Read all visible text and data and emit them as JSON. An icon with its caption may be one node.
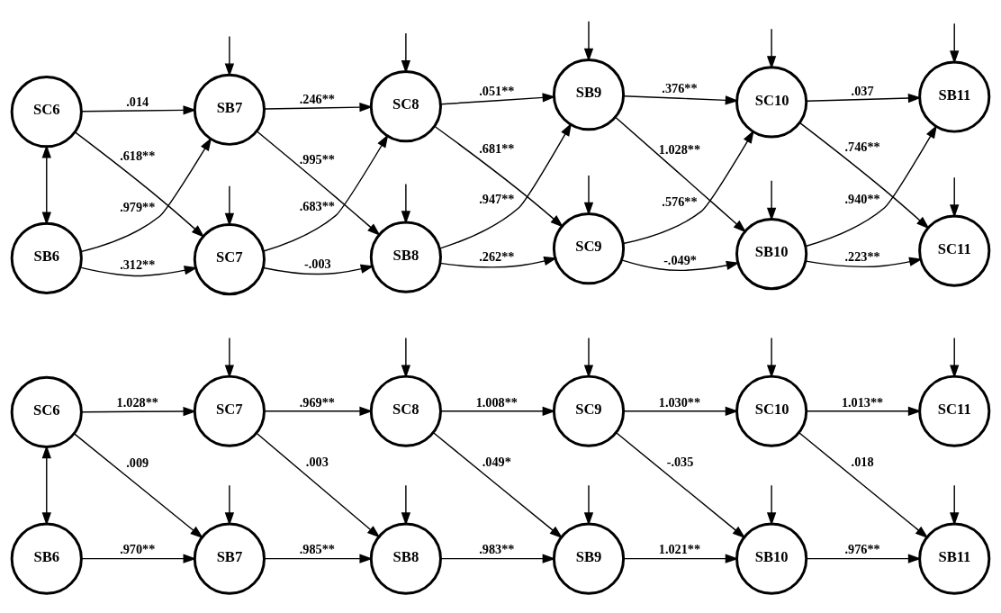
{
  "diagram": {
    "nodes": [
      {
        "text": [
          "SC6"
        ]
      },
      {
        "text": [
          "SC7"
        ]
      },
      {
        "text": [
          "SC8"
        ]
      },
      {
        "text": [
          "SC9"
        ]
      },
      {
        "text": [
          "SC10"
        ]
      },
      {
        "text": [
          "SC11"
        ]
      },
      {
        "text": [
          "SB6"
        ]
      },
      {
        "text": [
          "SB7"
        ]
      },
      {
        "text": [
          "SB8"
        ]
      },
      {
        "text": [
          "SB9"
        ]
      },
      {
        "text": [
          "SB10"
        ]
      },
      {
        "text": [
          "SB11"
        ]
      },
      {
        "text": [
          "SC6"
        ]
      },
      {
        "text": [
          "SC7"
        ]
      },
      {
        "text": [
          "SC8"
        ]
      },
      {
        "text": [
          "SC9"
        ]
      },
      {
        "text": [
          "SC10"
        ]
      },
      {
        "text": [
          "SC11"
        ]
      },
      {
        "text": [
          "SB6"
        ]
      },
      {
        "text": [
          "SB7"
        ]
      },
      {
        "text": [
          "SB8"
        ]
      },
      {
        "text": [
          "SB9"
        ]
      },
      {
        "text": [
          "SB10"
        ]
      },
      {
        "text": [
          "SB11"
        ]
      }
    ],
    "edges": [
      {
        "from": 0,
        "to": 6,
        "arrow": "both"
      },
      {
        "from": 0,
        "to": 1,
        "arrow": "to",
        "label": "1.028**"
      },
      {
        "from": 0,
        "to": 7,
        "arrow": "to",
        "label": ".009"
      },
      {
        "from": 6,
        "to": 7,
        "arrow": "to",
        "label": ".970**"
      },
      {
        "from": 1,
        "to": 2,
        "arrow": "to",
        "label": ".969**"
      },
      {
        "from": 1,
        "to": 8,
        "arrow": "to",
        "label": ".003"
      },
      {
        "from": 7,
        "to": 8,
        "arrow": "to",
        "label": ".985**"
      },
      {
        "from": 2,
        "to": 3,
        "arrow": "to",
        "label": "1.008**"
      },
      {
        "from": 2,
        "to": 9,
        "arrow": "to",
        "label": ".049*"
      },
      {
        "from": 8,
        "to": 9,
        "arrow": "to",
        "label": ".983**"
      },
      {
        "from": 3,
        "to": 4,
        "arrow": "to",
        "label": "1.030**"
      },
      {
        "from": 3,
        "to": 10,
        "arrow": "to",
        "label": "-.035"
      },
      {
        "from": 9,
        "to": 10,
        "arrow": "to",
        "label": "1.021**"
      },
      {
        "from": 4,
        "to": 5,
        "arrow": "to",
        "label": "1.013**"
      },
      {
        "from": 4,
        "to": 11,
        "arrow": "to",
        "label": ".018"
      },
      {
        "from": 10,
        "to": 11,
        "arrow": "to",
        "label": ".976**"
      },
      {
        "from": null,
        "to": 1,
        "arrow": "to"
      },
      {
        "from": null,
        "to": 2,
        "arrow": "to"
      },
      {
        "from": null,
        "to": 3,
        "arrow": "to"
      },
      {
        "from": null,
        "to": 4,
        "arrow": "to"
      },
      {
        "from": null,
        "to": 5,
        "arrow": "to"
      },
      {
        "from": null,
        "to": 7,
        "arrow": "to"
      },
      {
        "from": null,
        "to": 8,
        "arrow": "to"
      },
      {
        "from": null,
        "to": 9,
        "arrow": "to"
      },
      {
        "from": null,
        "to": 10,
        "arrow": "to"
      },
      {
        "from": null,
        "to": 11,
        "arrow": "to"
      },
      {
        "from": 12,
        "to": 18,
        "arrow": "both"
      },
      {
        "from": 12,
        "to": 13,
        "arrow": "to",
        "label": ".618**"
      },
      {
        "from": 12,
        "to": 19,
        "arrow": "to",
        "label": ".014"
      },
      {
        "from": 18,
        "to": 13,
        "arrow": "to",
        "label": ".312**"
      },
      {
        "from": 18,
        "to": 19,
        "arrow": "to",
        "label": ".979**"
      },
      {
        "from": 13,
        "to": 14,
        "arrow": "to",
        "label": ".683**"
      },
      {
        "from": 13,
        "to": 20,
        "arrow": "to",
        "label": "-.003"
      },
      {
        "from": 19,
        "to": 14,
        "arrow": "to",
        "label": ".246**"
      },
      {
        "from": 19,
        "to": 20,
        "arrow": "to",
        "label": ".995**"
      },
      {
        "from": 14,
        "to": 15,
        "arrow": "to",
        "label": ".681**"
      },
      {
        "from": 14,
        "to": 21,
        "arrow": "to",
        "label": ".051**"
      },
      {
        "from": 20,
        "to": 15,
        "arrow": "to",
        "label": ".262**"
      },
      {
        "from": 20,
        "to": 21,
        "arrow": "to",
        "label": ".947**"
      },
      {
        "from": 15,
        "to": 16,
        "arrow": "to",
        "label": ".576**"
      },
      {
        "from": 15,
        "to": 22,
        "arrow": "to",
        "label": "-.049*"
      },
      {
        "from": 21,
        "to": 16,
        "arrow": "to",
        "label": ".376**"
      },
      {
        "from": 21,
        "to": 22,
        "arrow": "to",
        "label": "1.028**"
      },
      {
        "from": 16,
        "to": 17,
        "arrow": "to",
        "label": ".746**"
      },
      {
        "from": 16,
        "to": 23,
        "arrow": "to",
        "label": ".037"
      },
      {
        "from": 22,
        "to": 17,
        "arrow": "to",
        "label": ".223**"
      },
      {
        "from": 22,
        "to": 23,
        "arrow": "to",
        "label": ".940**"
      },
      {
        "from": null,
        "to": 13,
        "arrow": "to"
      },
      {
        "from": null,
        "to": 14,
        "arrow": "to"
      },
      {
        "from": null,
        "to": 15,
        "arrow": "to"
      },
      {
        "from": null,
        "to": 16,
        "arrow": "to"
      },
      {
        "from": null,
        "to": 17,
        "arrow": "to"
      },
      {
        "from": null,
        "to": 19,
        "arrow": "to"
      },
      {
        "from": null,
        "to": 20,
        "arrow": "to"
      },
      {
        "from": null,
        "to": 21,
        "arrow": "to"
      },
      {
        "from": null,
        "to": 22,
        "arrow": "to"
      },
      {
        "from": null,
        "to": 23,
        "arrow": "to"
      }
    ]
  }
}
